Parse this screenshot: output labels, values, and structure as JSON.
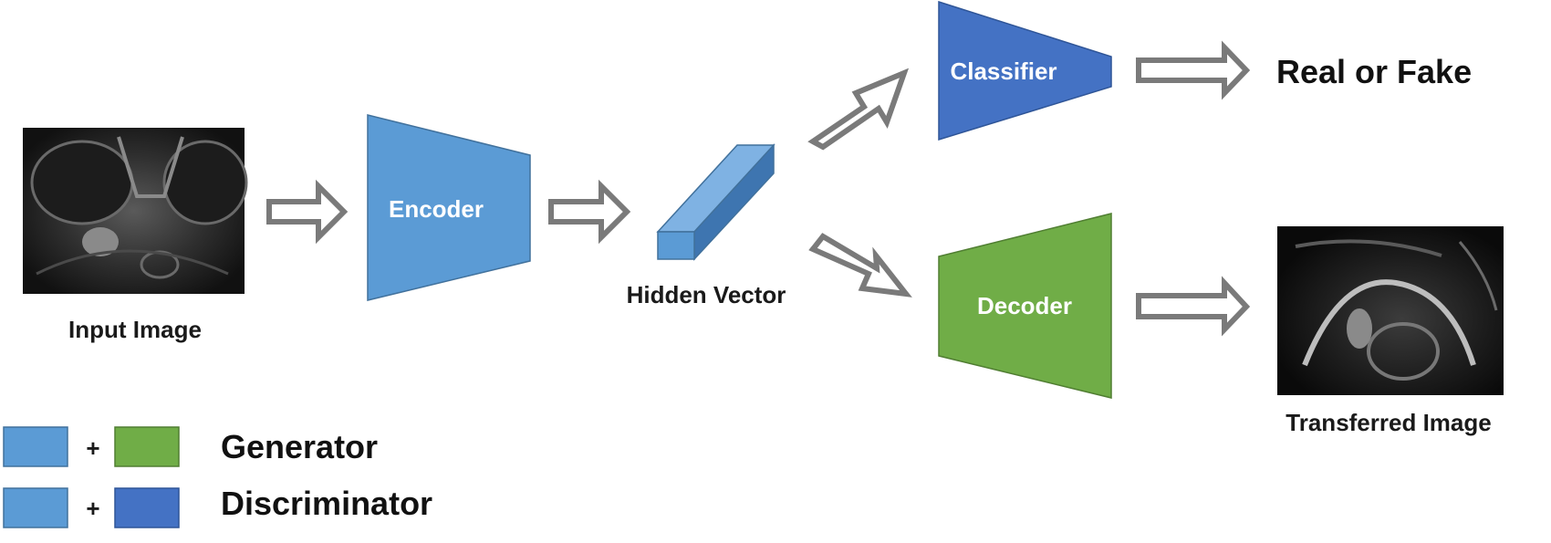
{
  "labels": {
    "input_image": "Input Image",
    "encoder": "Encoder",
    "hidden_vector": "Hidden Vector",
    "classifier": "Classifier",
    "decoder": "Decoder",
    "real_or_fake": "Real or Fake",
    "transferred_image": "Transferred Image"
  },
  "legend": {
    "plus": "+",
    "generator": "Generator",
    "discriminator": "Discriminator"
  },
  "colors": {
    "encoder_blue": "#5B9BD5",
    "classifier_blue": "#4472C4",
    "decoder_green": "#70AD47",
    "arrow_gray": "#7A7A7A"
  },
  "icons": {
    "input_image": "mri-scan-image",
    "transferred_image": "mri-scan-image",
    "hidden_vector": "3d-bar-prism"
  }
}
